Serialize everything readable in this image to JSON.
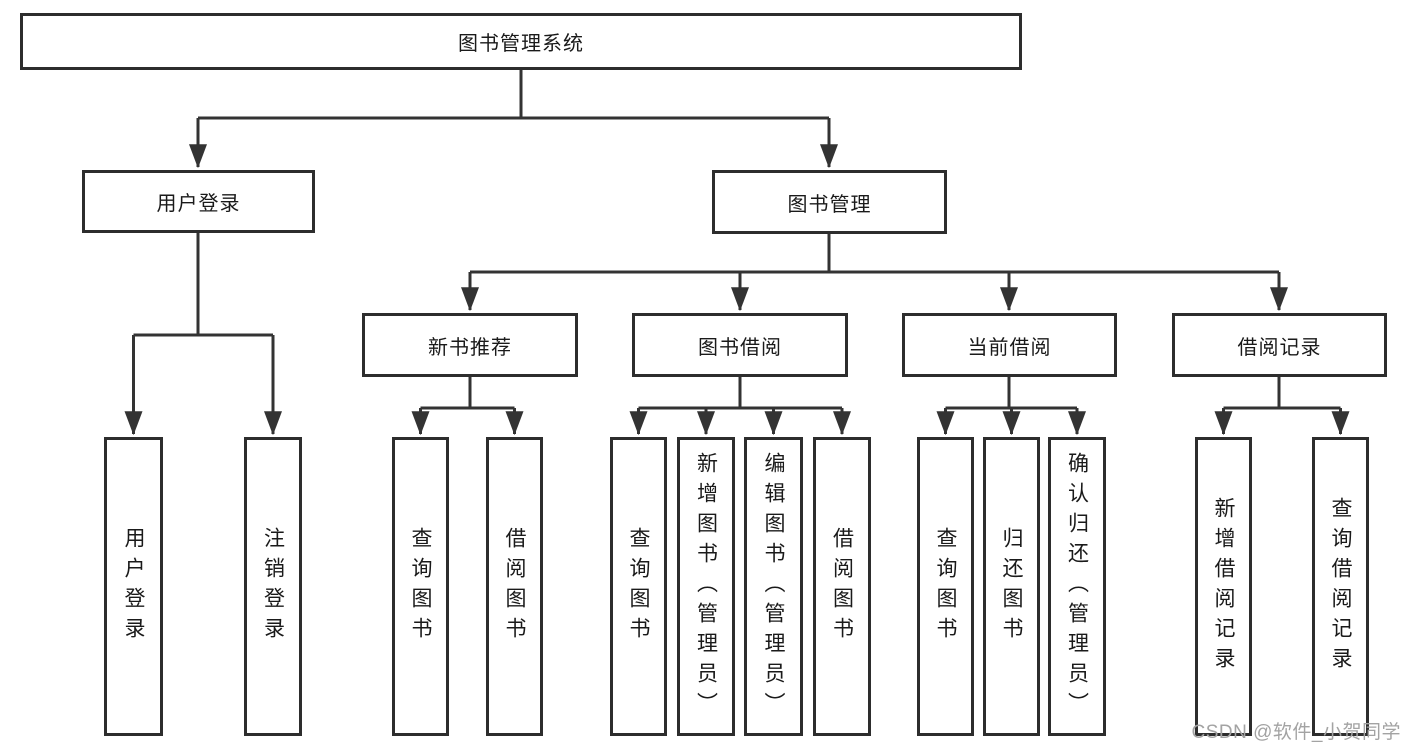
{
  "diagram": {
    "root": {
      "label": "图书管理系统"
    },
    "branches": [
      {
        "label": "用户登录",
        "children": [
          {
            "label": "用户登录"
          },
          {
            "label": "注销登录"
          }
        ]
      },
      {
        "label": "图书管理",
        "children": [
          {
            "label": "新书推荐",
            "children": [
              {
                "label": "查询图书"
              },
              {
                "label": "借阅图书"
              }
            ]
          },
          {
            "label": "图书借阅",
            "children": [
              {
                "label": "查询图书"
              },
              {
                "label": "新增图书（管理员）"
              },
              {
                "label": "编辑图书（管理员）"
              },
              {
                "label": "借阅图书"
              }
            ]
          },
          {
            "label": "当前借阅",
            "children": [
              {
                "label": "查询图书"
              },
              {
                "label": "归还图书"
              },
              {
                "label": "确认归还（管理员）"
              }
            ]
          },
          {
            "label": "借阅记录",
            "children": [
              {
                "label": "新增借阅记录"
              },
              {
                "label": "查询借阅记录"
              }
            ]
          }
        ]
      }
    ],
    "watermark": "CSDN @软件_小贺同学"
  },
  "colors": {
    "background": "#ffffff",
    "border": "#2d2d2d",
    "line": "#333333",
    "text": "#1a1a1a",
    "watermark": "#a3a3a3"
  }
}
